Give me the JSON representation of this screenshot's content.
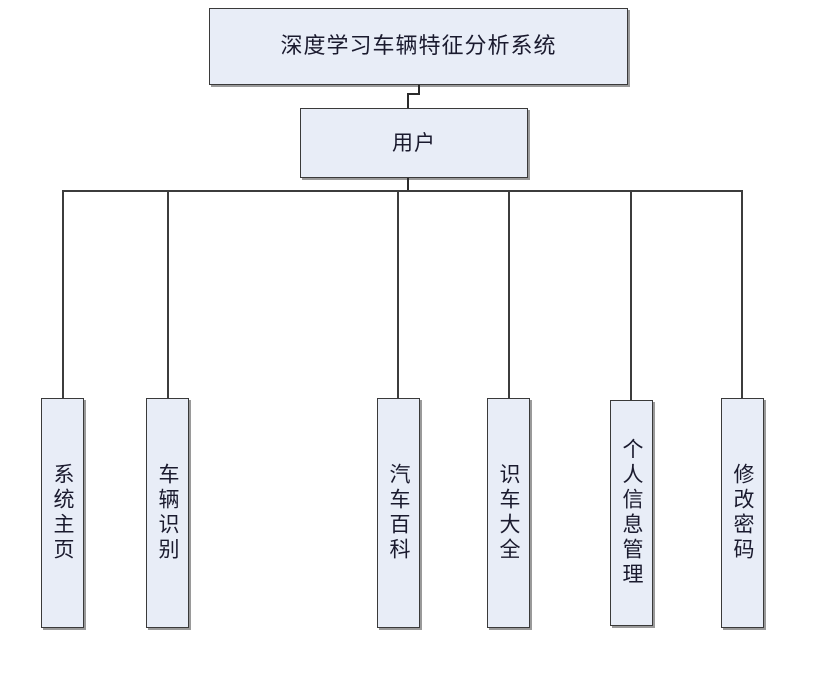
{
  "diagram": {
    "title_node": {
      "label": "深度学习车辆特征分析系统"
    },
    "actor_node": {
      "label": "用户"
    },
    "leaf_nodes": [
      {
        "label": "系统主页"
      },
      {
        "label": "车辆识别"
      },
      {
        "label": "汽车百科"
      },
      {
        "label": "识车大全"
      },
      {
        "label": "个人信息管理"
      },
      {
        "label": "修改密码"
      }
    ],
    "colors": {
      "node_fill": "#e8edf7",
      "node_border": "#3a3a3a",
      "node_shadow": "#9a9a9a",
      "connector": "#2b2b2b",
      "text": "#1a1a2e",
      "background": "#ffffff"
    }
  }
}
